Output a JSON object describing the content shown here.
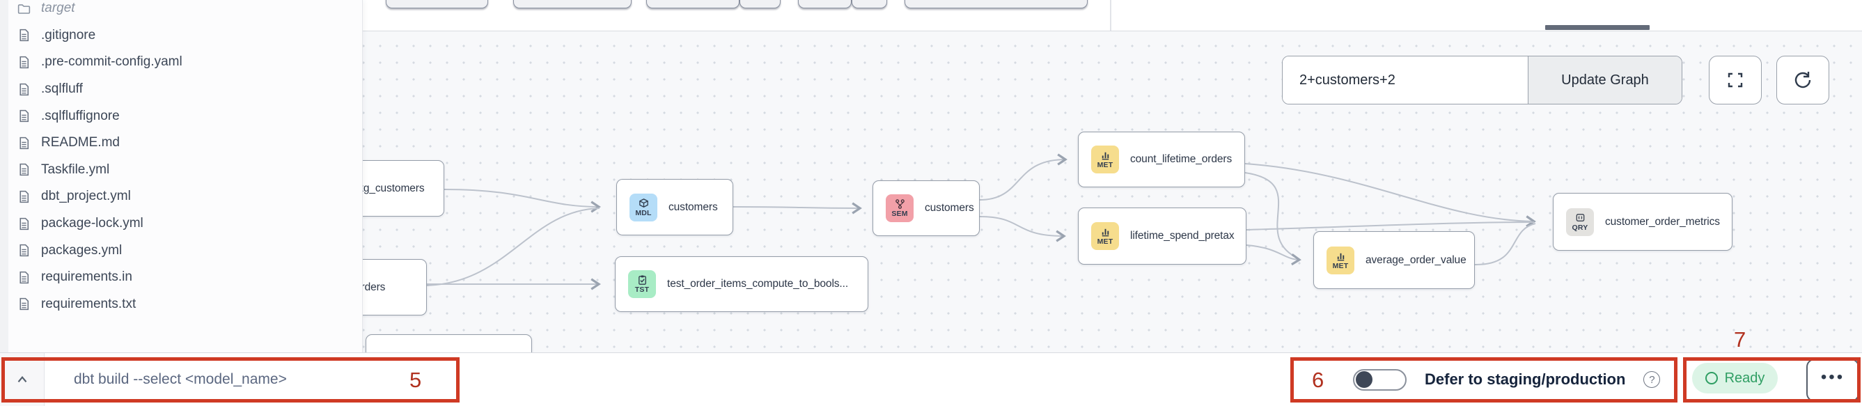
{
  "sidebar": {
    "files": [
      {
        "name": "target",
        "type": "folder"
      },
      {
        "name": ".gitignore",
        "type": "file"
      },
      {
        "name": ".pre-commit-config.yaml",
        "type": "file"
      },
      {
        "name": ".sqlfluff",
        "type": "file"
      },
      {
        "name": ".sqlfluffignore",
        "type": "file"
      },
      {
        "name": "README.md",
        "type": "file"
      },
      {
        "name": "Taskfile.yml",
        "type": "file"
      },
      {
        "name": "dbt_project.yml",
        "type": "file"
      },
      {
        "name": "package-lock.yml",
        "type": "file"
      },
      {
        "name": "packages.yml",
        "type": "file"
      },
      {
        "name": "requirements.in",
        "type": "file"
      },
      {
        "name": "requirements.txt",
        "type": "file"
      }
    ]
  },
  "graph": {
    "selector": {
      "value": "2+customers+2",
      "button_label": "Update Graph"
    },
    "nodes": [
      {
        "label": "stg_customers",
        "badge": ""
      },
      {
        "label": "orders",
        "badge": ""
      },
      {
        "label": "customers",
        "badge": "MDL"
      },
      {
        "label": "test_order_items_compute_to_bools...",
        "badge": "TST"
      },
      {
        "label": "customers",
        "badge": "SEM"
      },
      {
        "label": "count_lifetime_orders",
        "badge": "MET"
      },
      {
        "label": "lifetime_spend_pretax",
        "badge": "MET"
      },
      {
        "label": "average_order_value",
        "badge": "MET"
      },
      {
        "label": "customer_order_metrics",
        "badge": "QRY"
      }
    ]
  },
  "bottom_bar": {
    "command": "dbt build --select <model_name>",
    "defer_label": "Defer to staging/production",
    "status": "Ready",
    "menu_label": "•••"
  },
  "annotations": {
    "n5": "5",
    "n6": "6",
    "n7": "7"
  },
  "colors": {
    "node_mdl": "#b5ddf8",
    "node_sem": "#f2a0a8",
    "node_met": "#f6dd8d",
    "node_tst": "#a8ecc5",
    "node_qry": "#e3e2df",
    "annotation_red": "#cf3a24",
    "ready_bg": "#dcf4e6",
    "ready_green": "#2f9e63",
    "edge": "#bcc2cc",
    "canvas_bg": "#f7f8fa"
  }
}
